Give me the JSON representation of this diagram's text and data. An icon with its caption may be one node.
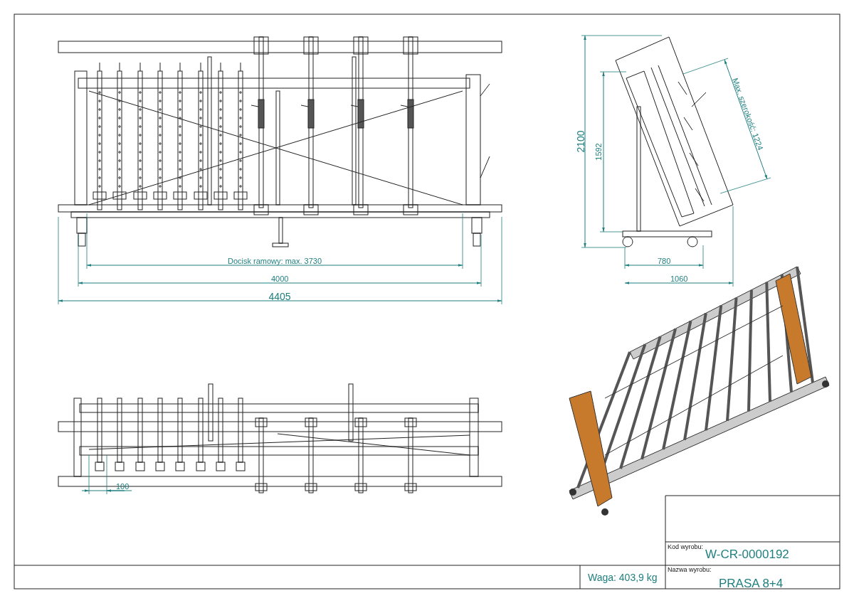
{
  "diagram": {
    "labels": [
      "Docisk ramowy: max. 3730",
      "4000",
      "4405",
      "2100",
      "1592",
      "Max. szerokość: 1224",
      "780",
      "1060",
      "100",
      "Kod wyrobu:",
      "W-CR-0000192",
      "Waga: 403,9 kg",
      "Nazwa wyrobu:",
      "PRASA 8+4"
    ]
  }
}
